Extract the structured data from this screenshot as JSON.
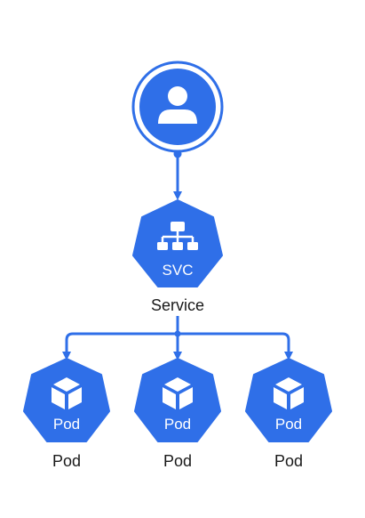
{
  "colors": {
    "primary": "#2f6fe8",
    "stroke": "#2f6fe8",
    "icon": "#ffffff",
    "text": "#1a1a1a"
  },
  "user": {
    "icon": "user-icon"
  },
  "service": {
    "icon": "network-hierarchy-icon",
    "badge": "SVC",
    "caption": "Service"
  },
  "pods": [
    {
      "icon": "cube-icon",
      "badge": "Pod",
      "caption": "Pod"
    },
    {
      "icon": "cube-icon",
      "badge": "Pod",
      "caption": "Pod"
    },
    {
      "icon": "cube-icon",
      "badge": "Pod",
      "caption": "Pod"
    }
  ]
}
